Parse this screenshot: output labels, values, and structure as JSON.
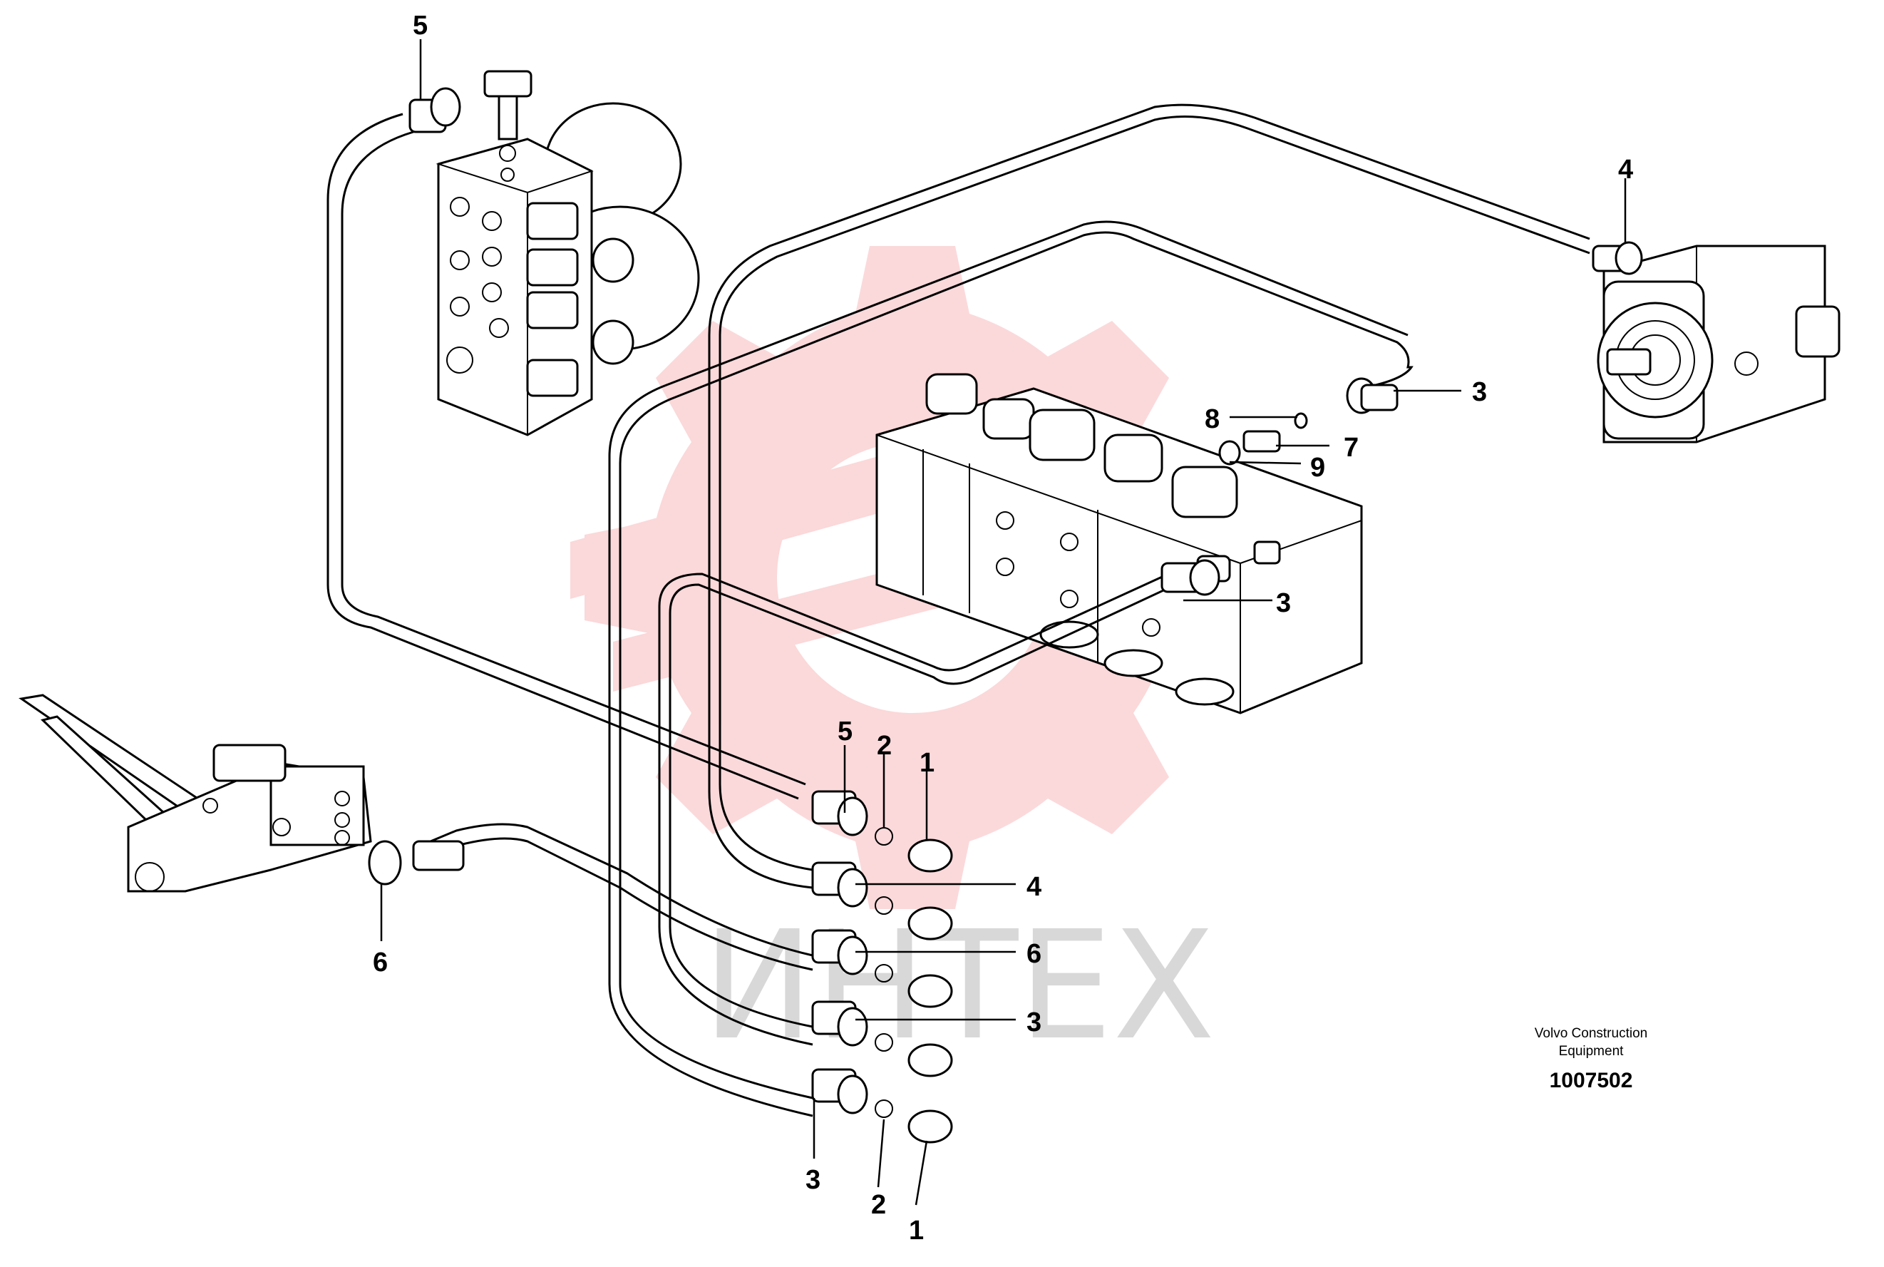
{
  "diagram": {
    "credit_line1": "Volvo Construction",
    "credit_line2": "Equipment",
    "drawing_number": "1007502",
    "watermark_text": "ИНТЕХ",
    "watermark_color": "#e8141c"
  },
  "callouts": [
    {
      "id": "c5-top",
      "text": "5"
    },
    {
      "id": "c4-right",
      "text": "4"
    },
    {
      "id": "c3-upper",
      "text": "3"
    },
    {
      "id": "c8",
      "text": "8"
    },
    {
      "id": "c7",
      "text": "7"
    },
    {
      "id": "c9",
      "text": "9"
    },
    {
      "id": "c3-valve",
      "text": "3"
    },
    {
      "id": "c5-mid",
      "text": "5"
    },
    {
      "id": "c2-mid",
      "text": "2"
    },
    {
      "id": "c1-mid",
      "text": "1"
    },
    {
      "id": "c4-mid",
      "text": "4"
    },
    {
      "id": "c6-mid",
      "text": "6"
    },
    {
      "id": "c3-mid",
      "text": "3"
    },
    {
      "id": "c6-left",
      "text": "6"
    },
    {
      "id": "c3-bottom",
      "text": "3"
    },
    {
      "id": "c2-bottom",
      "text": "2"
    },
    {
      "id": "c1-bottom",
      "text": "1"
    }
  ]
}
